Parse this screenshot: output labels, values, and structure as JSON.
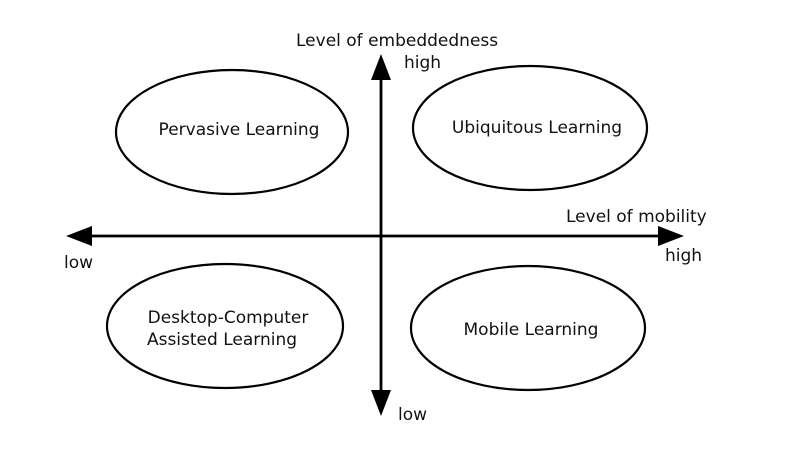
{
  "axes": {
    "vertical": {
      "title": "Level of embeddedness",
      "high_label": "high",
      "low_label": "low"
    },
    "horizontal": {
      "title": "Level of mobility",
      "high_label": "high",
      "low_label": "low"
    }
  },
  "quadrants": {
    "top_left": {
      "label": "Pervasive Learning"
    },
    "top_right": {
      "label": "Ubiquitous Learning"
    },
    "bottom_left": {
      "label_line1": "Desktop-Computer",
      "label_line2": "Assisted Learning"
    },
    "bottom_right": {
      "label": "Mobile Learning"
    }
  },
  "colors": {
    "stroke": "#000000",
    "background": "#ffffff",
    "text": "#111111"
  }
}
